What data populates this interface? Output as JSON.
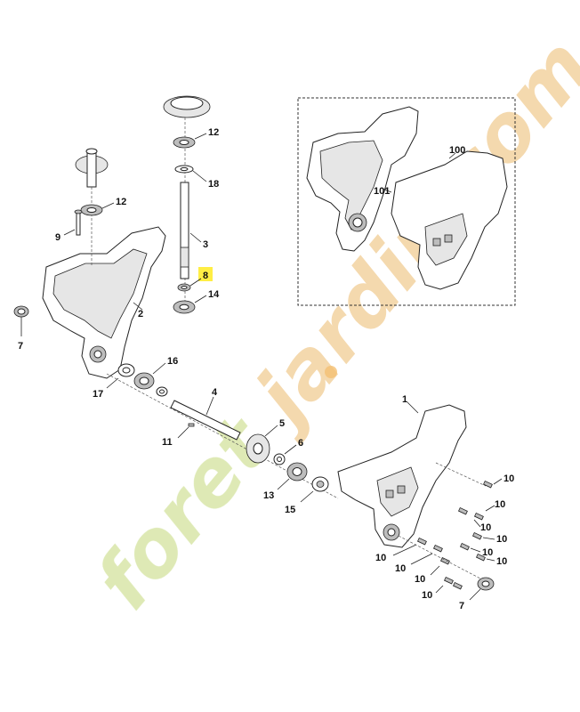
{
  "diagram": {
    "highlighted_part": "8",
    "accent_highlight": "#ffee44",
    "watermark": {
      "text_part1": "foret",
      "text_part2": "jardin.com",
      "color_part1": "#d8e6a8",
      "color_part2": "#f3d2a0",
      "dot_color": "#f2b55a"
    },
    "labels": {
      "p1": "1",
      "p2": "2",
      "p3": "3",
      "p4": "4",
      "p5": "5",
      "p6": "6",
      "p7a": "7",
      "p7b": "7",
      "p8": "8",
      "p9": "9",
      "p10a": "10",
      "p10b": "10",
      "p10c": "10",
      "p10d": "10",
      "p10e": "10",
      "p10f": "10",
      "p10g": "10",
      "p10h": "10",
      "p10i": "10",
      "p10j": "10",
      "p11": "11",
      "p12a": "12",
      "p12b": "12",
      "p13": "13",
      "p14": "14",
      "p15": "15",
      "p16": "16",
      "p17": "17",
      "p18": "18",
      "p100": "100",
      "p101": "101"
    }
  }
}
